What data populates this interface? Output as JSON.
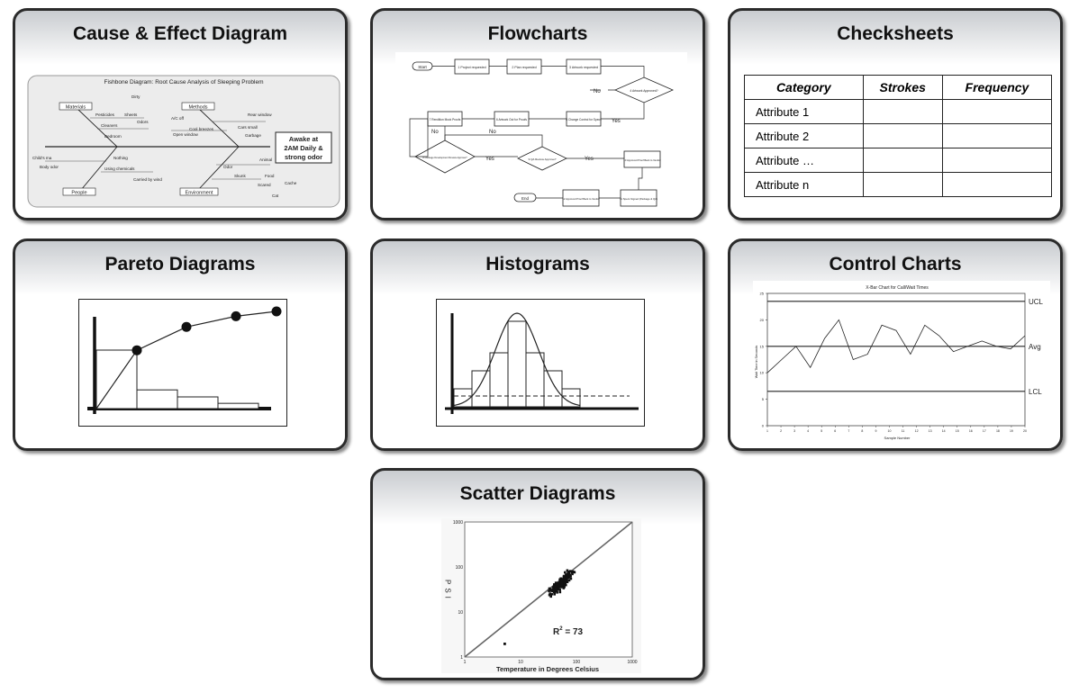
{
  "cards": {
    "cause_effect": {
      "title": "Cause & Effect Diagram",
      "fishbone": {
        "title": "Fishbone Diagram: Root Cause Analysis of Sleeping Problem",
        "effect": [
          "Awake at",
          "2AM Daily &",
          "strong odor"
        ],
        "categories": [
          "Materials",
          "Methods",
          "People",
          "Environment"
        ],
        "causes": [
          "Dirty",
          "Pesticides",
          "Sheets",
          "Odors",
          "Cleaners",
          "Bedroom",
          "A/C off",
          "Cool breezes",
          "Open window",
          "Rear window",
          "Cars small",
          "Garbage",
          "Child's ma",
          "Body odor",
          "Nothing",
          "Using chemicals",
          "Carried by wind",
          "Animal",
          "Odor",
          "Skunk",
          "Food",
          "Scared",
          "Cat",
          "Cache"
        ]
      }
    },
    "flowcharts": {
      "title": "Flowcharts",
      "nodes": [
        "Start",
        "1 Project requested",
        "2 Plan requested",
        "3 Artwork requested",
        "4 Artwork Approved?",
        "5 Change Control for Specs",
        "6 Artwork Out for Proofs",
        "7 Rendition Mock Proofs",
        "8 Package Development Review Approve?",
        "9 QA Review Approve?",
        "10 Approved Proof Back to Vendor",
        "11 Specs Signed (Package & QA)",
        "12 Approved Proof Back to Vendor",
        "End"
      ],
      "labels": {
        "yes": "Yes",
        "no": "No"
      }
    },
    "checksheets": {
      "title": "Checksheets",
      "headers": [
        "Category",
        "Strokes",
        "Frequency"
      ],
      "rows": [
        "Attribute 1",
        "Attribute 2",
        "Attribute …",
        "Attribute n"
      ]
    },
    "pareto": {
      "title": "Pareto Diagrams",
      "bars": [
        1.0,
        0.32,
        0.2,
        0.09
      ],
      "cumulative": [
        0.0,
        0.6,
        0.84,
        0.95,
        1.0
      ]
    },
    "histograms": {
      "title": "Histograms",
      "bars": [
        0.2,
        0.4,
        0.6,
        0.95,
        0.6,
        0.4,
        0.2
      ]
    },
    "control": {
      "title": "Control Charts",
      "chart_title": "X-Bar Chart for Call/Wait Times",
      "ylabel": "Wait Time in Seconds",
      "xlabel": "Sample Number",
      "yticks": [
        "25",
        "20",
        "15",
        "10",
        "5",
        "0"
      ],
      "limits": {
        "ucl_label": "UCL",
        "avg_label": "Avg",
        "lcl_label": "LCL",
        "ucl": 23.5,
        "avg": 15,
        "lcl": 6.5
      },
      "ylim": [
        0,
        25
      ],
      "samples": [
        10,
        12.5,
        15,
        11,
        16.5,
        20,
        12.5,
        13.5,
        19,
        18,
        13.5,
        19,
        17,
        14,
        15,
        16,
        15,
        14.5,
        17
      ]
    },
    "scatter": {
      "title": "Scatter Diagrams",
      "ylabel": "PSI",
      "xlabel": "Temperature in Degrees Celsius",
      "r2_base": "R",
      "r2_sup": "2",
      "r2_rest": " = 73",
      "yticks": [
        "1000",
        "100",
        "10",
        "1"
      ],
      "xticks": [
        "1",
        "10",
        "100",
        "1000"
      ]
    }
  }
}
